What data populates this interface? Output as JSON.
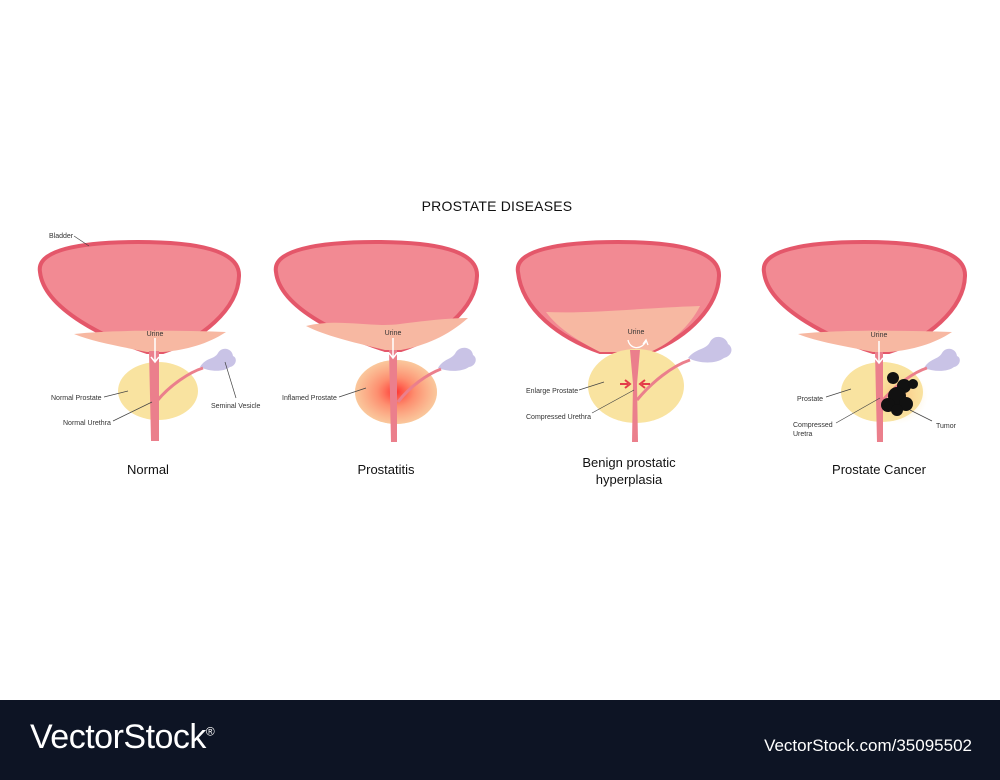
{
  "title": "PROSTATE DISEASES",
  "colors": {
    "bladder_wall": "#e4576a",
    "bladder_fill": "#f28a93",
    "urine": "#f7b8a2",
    "prostate": "#f9e3a0",
    "urethra": "#eb7f8c",
    "vesicle": "#c9c3e6",
    "inflammation": "#ff3030",
    "tumor": "#111111",
    "footer_bg": "#0d1424"
  },
  "panels": [
    {
      "caption": [
        "Normal"
      ],
      "labels": {
        "bladder": "Bladder",
        "urine": "Urine",
        "prostate": "Normal Prostate",
        "urethra": "Normal Urethra",
        "vesicle": "Seminal Vesicle"
      }
    },
    {
      "caption": [
        "Prostatitis"
      ],
      "labels": {
        "urine": "Urine",
        "prostate": "Inflamed Prostate"
      }
    },
    {
      "caption": [
        "Benign prostatic",
        "hyperplasia"
      ],
      "labels": {
        "urine": "Urine",
        "prostate": "Enlarge Prostate",
        "urethra": "Compressed Urethra"
      }
    },
    {
      "caption": [
        "Prostate Cancer"
      ],
      "labels": {
        "urine": "Urine",
        "prostate": "Prostate",
        "urethra": [
          "Compressed",
          "Uretra"
        ],
        "tumor": "Tumor"
      }
    }
  ],
  "footer": {
    "brand": "VectorStock",
    "brand_mark": "®",
    "image_id": "VectorStock.com/35095502"
  }
}
